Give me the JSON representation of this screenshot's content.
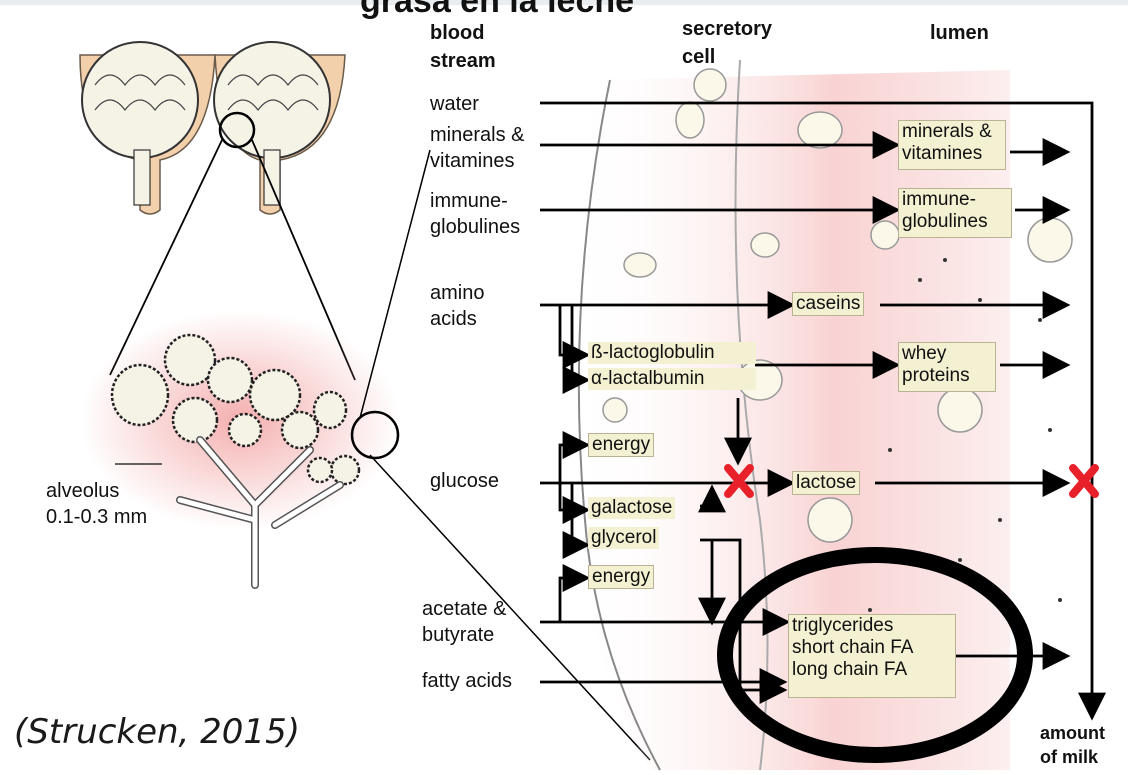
{
  "slide_title": "grasa en la leche",
  "citation": "(Strucken, 2015)",
  "columns": {
    "blood_stream": [
      "blood",
      "stream"
    ],
    "secretory_cell": [
      "secretory",
      "cell"
    ],
    "lumen": "lumen"
  },
  "inputs": {
    "water": "water",
    "minerals": [
      "minerals &",
      "vitamines"
    ],
    "immuno": [
      "immune-",
      "globulines"
    ],
    "amino": [
      "amino",
      "acids"
    ],
    "glucose": "glucose",
    "acetate": [
      "acetate &",
      "butyrate"
    ],
    "fatty_acids": "fatty acids"
  },
  "cell_products": {
    "caseins": "caseins",
    "lactoglobulin": "ß-lactoglobulin",
    "lactalbumin": "α-lactalbumin",
    "energy_top": "energy",
    "lactose": "lactose",
    "galactose": "galactose",
    "glycerol": "glycerol",
    "energy_bottom": "energy",
    "fat": [
      "triglycerides",
      "short chain FA",
      "long chain FA"
    ]
  },
  "lumen_products": {
    "minerals": [
      "minerals &",
      "vitamines"
    ],
    "immuno": [
      "immune-",
      "globulines"
    ],
    "whey": [
      "whey",
      "proteins"
    ]
  },
  "alveolus_label": [
    "alveolus",
    "0.1-0.3 mm"
  ],
  "output_label": [
    "amount",
    "of milk"
  ],
  "colors": {
    "arrow": "#000000",
    "block_mark": "#e8202a",
    "box_fill": "#f4f0d2",
    "tissue_tint": "#f3a6a6"
  }
}
